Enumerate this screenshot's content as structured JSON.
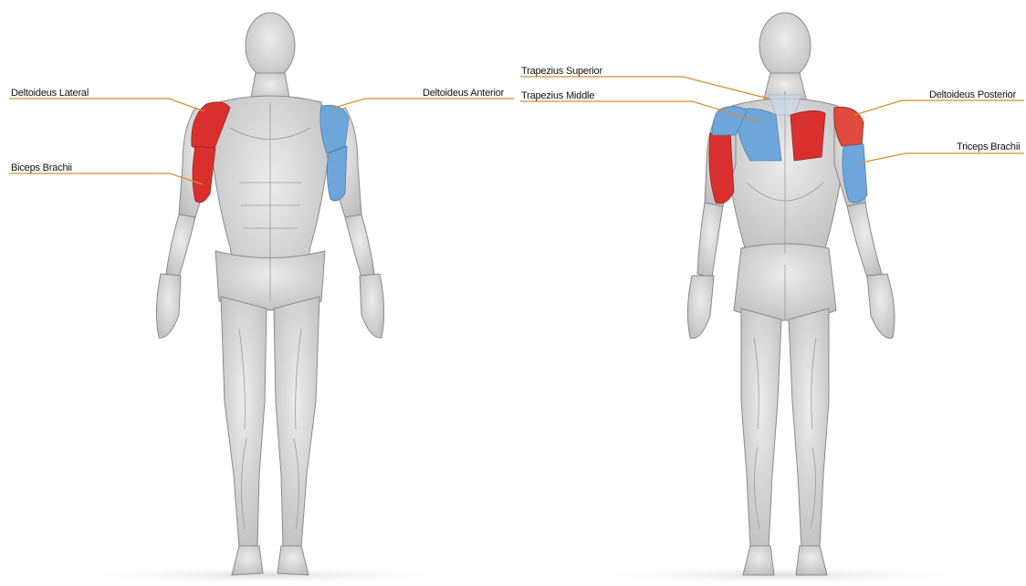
{
  "labels": {
    "deltoideus_lateral": "Deltoideus Lateral",
    "biceps_brachii": "Biceps Brachii",
    "deltoideus_anterior": "Deltoideus Anterior",
    "trapezius_superior": "Trapezius Superior",
    "trapezius_middle": "Trapezius Middle",
    "deltoideus_posterior": "Deltoideus Posterior",
    "triceps_brachii": "Triceps Brachii"
  },
  "colors": {
    "primary_muscle": "#d9302f",
    "secondary_muscle": "#6fa6d9",
    "leader_line": "#d98a2a",
    "body_fill": "#d4d4d4",
    "body_stroke": "#8a8a8a",
    "label_text": "#111111"
  },
  "views": [
    "front",
    "back"
  ]
}
